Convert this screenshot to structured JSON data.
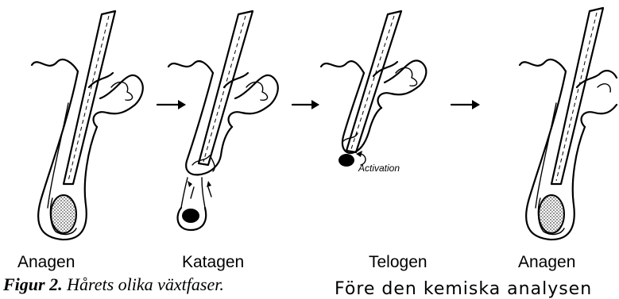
{
  "phases": [
    "Anagen",
    "Katagen",
    "Telogen",
    "Anagen"
  ],
  "annotation": "Activation",
  "caption": {
    "number": "Figur 2.",
    "text": " Hårets olika växtfaser."
  },
  "body_text": "Före den kemiska analysen",
  "icons": [
    "arrow-right-icon",
    "arrow-right-icon",
    "arrow-right-icon"
  ]
}
